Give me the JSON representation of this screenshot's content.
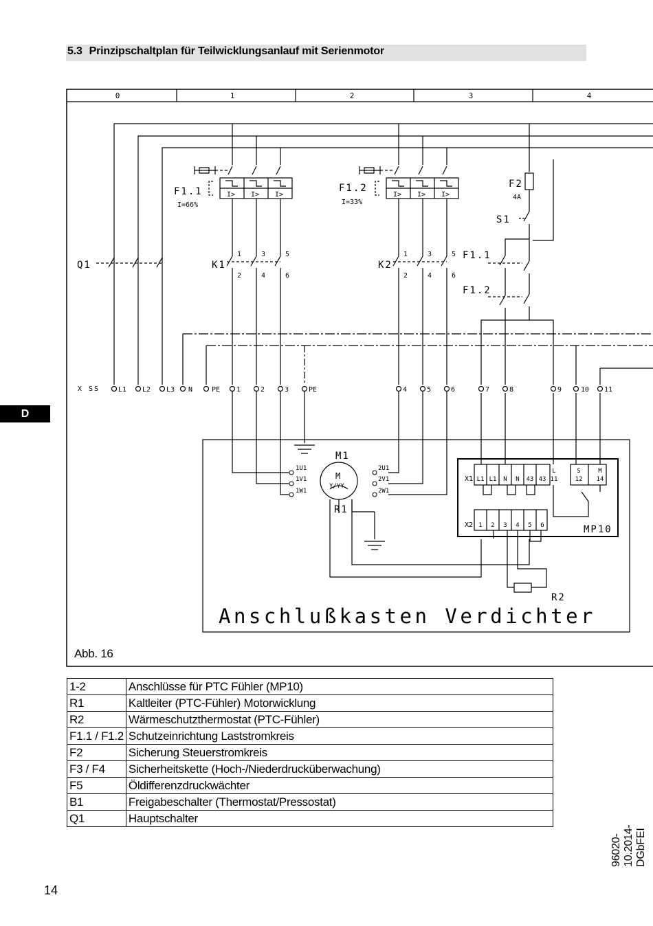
{
  "section": {
    "number": "5.3",
    "title": "Prinzipschaltplan für Teilwicklungsanlauf mit Serienmotor"
  },
  "diagram": {
    "columns": [
      "0",
      "1",
      "2",
      "3",
      "4"
    ],
    "labels": {
      "f11": "F1.1",
      "f11_current": "I=66%",
      "f12": "F1.2",
      "f12_current": "I=33%",
      "f2": "F2",
      "f2_rating": "4A",
      "s1": "S1",
      "q1": "Q1",
      "k1": "K1",
      "k2": "K2",
      "f11_contact": "F1.1",
      "f12_contact": "F1.2",
      "xss": "X SS",
      "m1": "M1",
      "m": "M",
      "m_sub": "Y/YY",
      "r1": "R1",
      "r2": "R2",
      "mp10": "MP10",
      "x1": "X1",
      "x2": "X2",
      "box_title": "Anschlußkasten Verdichter"
    },
    "k1_poles": [
      "1",
      "3",
      "5",
      "2",
      "4",
      "6"
    ],
    "k2_poles": [
      "1",
      "3",
      "5",
      "2",
      "4",
      "6"
    ],
    "terminals": [
      "L1",
      "L2",
      "L3",
      "N",
      "PE",
      "1",
      "2",
      "3",
      "PE",
      "4",
      "5",
      "6",
      "7",
      "8",
      "9",
      "10",
      "11"
    ],
    "motor_left": [
      "1U1",
      "1V1",
      "1W1"
    ],
    "motor_right": [
      "2U1",
      "2V1",
      "2W1"
    ],
    "x1_terminals": [
      "L1",
      "L1",
      "N",
      "N",
      "43",
      "43",
      "11",
      "12",
      "14"
    ],
    "x1_top": [
      "L",
      "S",
      "M"
    ],
    "x2_terminals": [
      "1",
      "2",
      "3",
      "4",
      "5",
      "6"
    ]
  },
  "figure_caption": "Abb. 16",
  "side_tab": "D",
  "legend": [
    {
      "key": "1-2",
      "desc": "Anschlüsse für PTC Fühler (MP10)"
    },
    {
      "key": "R1",
      "desc": "Kaltleiter (PTC-Fühler) Motorwicklung"
    },
    {
      "key": "R2",
      "desc": "Wärmeschutzthermostat (PTC-Fühler)"
    },
    {
      "key": "F1.1 / F1.2",
      "desc": "Schutzeinrichtung Laststromkreis"
    },
    {
      "key": "F2",
      "desc": "Sicherung Steuerstromkreis"
    },
    {
      "key": "F3 / F4",
      "desc": "Sicherheitskette (Hoch-/Niederdrucküberwachung)"
    },
    {
      "key": "F5",
      "desc": "Öldifferenzdruckwächter"
    },
    {
      "key": "B1",
      "desc": "Freigabeschalter (Thermostat/Pressostat)"
    },
    {
      "key": "Q1",
      "desc": "Hauptschalter"
    }
  ],
  "doc_id": "96020-10.2014-DGbFEI",
  "page_number": "14"
}
